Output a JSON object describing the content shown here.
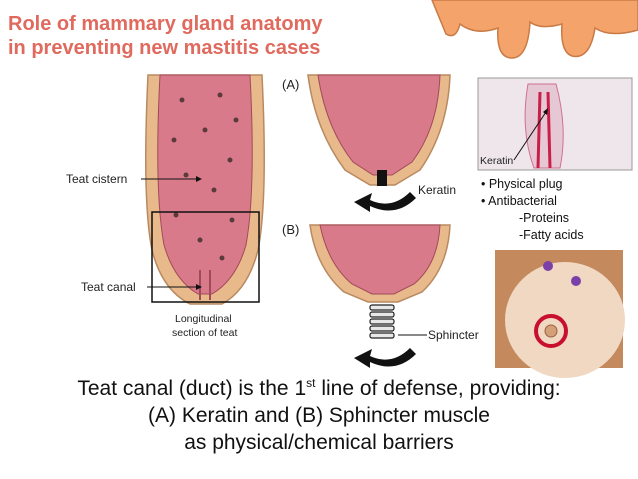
{
  "title": {
    "line1": "Role of mammary gland anatomy",
    "line2": "in preventing new mastitis cases"
  },
  "labels": {
    "teat_cistern": "Teat cistern",
    "teat_canal": "Teat canal",
    "panel_a": "(A)",
    "panel_b": "(B)",
    "keratin": "Keratin",
    "sphincter": "Sphincter",
    "section_line1": "Longitudinal",
    "section_line2": "section of teat",
    "keratin_inset": "Keratin"
  },
  "bullets": {
    "b1": "• Physical plug",
    "b2": "• Antibacterial",
    "b3": "-Proteins",
    "b4": "-Fatty acids"
  },
  "caption": {
    "line1_pre": "Teat canal (duct) is the 1",
    "line1_sup": "st",
    "line1_post": " line of defense, providing:",
    "line2": "(A) Keratin and (B) Sphincter muscle",
    "line3": "as physical/chemical barriers"
  },
  "colors": {
    "title": "#e06a5e",
    "tissue": "#d97a8a",
    "wall": "#e8b98a",
    "udder": "#f4a46a",
    "ring": "#c8102e"
  }
}
